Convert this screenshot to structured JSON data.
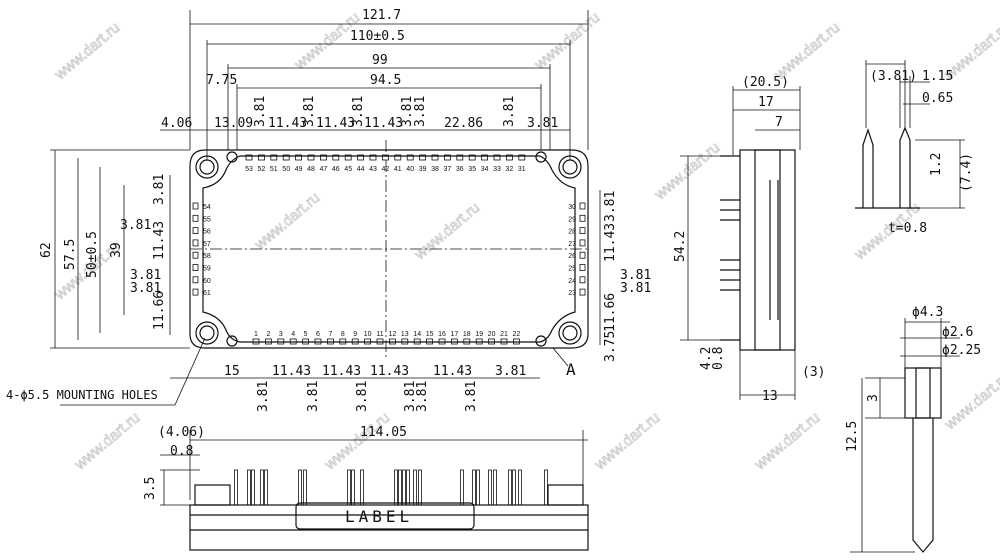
{
  "watermark": "www.dart.ru",
  "top_dims": [
    "121.7",
    "110±0.5",
    "99",
    "7.75",
    "94.5",
    "4.06",
    "13.09",
    "3.81",
    "11.43",
    "3.81",
    "11.43",
    "3.81",
    "11.43",
    "3.81",
    "3.81",
    "22.86",
    "3.81",
    "3.81"
  ],
  "left_dims": [
    "62",
    "57.5",
    "50±0.5",
    "39",
    "3.81",
    "3.81",
    "11.43",
    "3.81",
    "3.81",
    "11.66"
  ],
  "right_dims": [
    "3.81",
    "11.43",
    "3.81",
    "3.81",
    "11.66",
    "3.75"
  ],
  "bottom_dims": [
    "15",
    "11.43",
    "11.43",
    "11.43",
    "11.43",
    "3.81",
    "3.81",
    "3.81",
    "3.81",
    "3.81",
    "3.81",
    "3.81"
  ],
  "marker": "A",
  "mounting_holes": "4-ϕ5.5 MOUNTING HOLES",
  "front_dims": [
    "(4.06)",
    "114.05",
    "0.8",
    "3.5"
  ],
  "label_text": "LABEL",
  "side_dims": [
    "(20.5)",
    "17",
    "7",
    "54.2",
    "4.2",
    "0.8",
    "13",
    "(3)"
  ],
  "pin_detail": [
    "(3.81)",
    "1.15",
    "0.65",
    "1.2",
    "(7.4)",
    "t=0.8"
  ],
  "post_detail": [
    "ϕ4.3",
    "ϕ2.6",
    "ϕ2.25",
    "3",
    "12.5"
  ],
  "pins_top": [
    "53",
    "52",
    "51",
    "50",
    "49",
    "48",
    "47",
    "46",
    "45",
    "44",
    "43",
    "42",
    "41",
    "40",
    "39",
    "38",
    "37",
    "36",
    "35",
    "34",
    "33",
    "32",
    "31"
  ],
  "pins_bottom": [
    "1",
    "2",
    "3",
    "4",
    "5",
    "6",
    "7",
    "8",
    "9",
    "10",
    "11",
    "12",
    "13",
    "14",
    "15",
    "16",
    "17",
    "18",
    "19",
    "20",
    "21",
    "22"
  ],
  "pins_left": [
    "54",
    "55",
    "56",
    "57",
    "58",
    "59",
    "60",
    "61"
  ],
  "pins_right": [
    "30",
    "29",
    "28",
    "27",
    "26",
    "25",
    "24",
    "23"
  ]
}
